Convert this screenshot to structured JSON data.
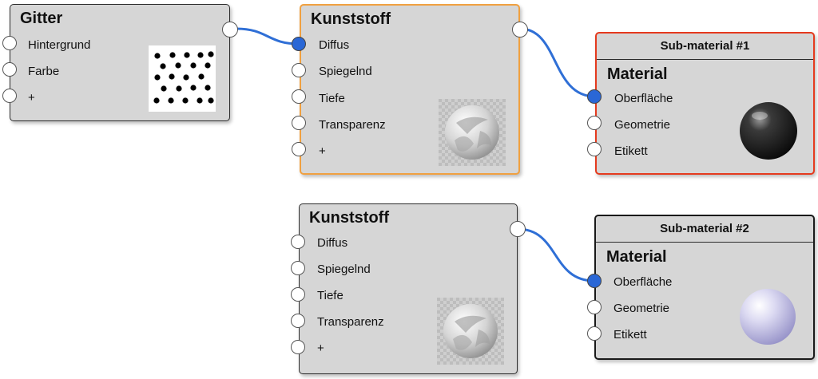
{
  "nodes": {
    "gitter": {
      "title": "Gitter",
      "inputs": [
        "Hintergrund",
        "Farbe",
        "+"
      ]
    },
    "kunststoff1": {
      "title": "Kunststoff",
      "inputs": [
        "Diffus",
        "Spiegelnd",
        "Tiefe",
        "Transparenz",
        "+"
      ]
    },
    "material1": {
      "header": "Sub-material #1",
      "title": "Material",
      "inputs": [
        "Oberfläche",
        "Geometrie",
        "Etikett"
      ]
    },
    "kunststoff2": {
      "title": "Kunststoff",
      "inputs": [
        "Diffus",
        "Spiegelnd",
        "Tiefe",
        "Transparenz",
        "+"
      ]
    },
    "material2": {
      "header": "Sub-material #2",
      "title": "Material",
      "inputs": [
        "Oberfläche",
        "Geometrie",
        "Etikett"
      ]
    }
  },
  "colors": {
    "wire": "#2f6fd6",
    "port_active": "#2a67d6",
    "selected_border": "#f0a040",
    "error_border": "#e53a1e",
    "node_bg": "#d6d6d6"
  }
}
